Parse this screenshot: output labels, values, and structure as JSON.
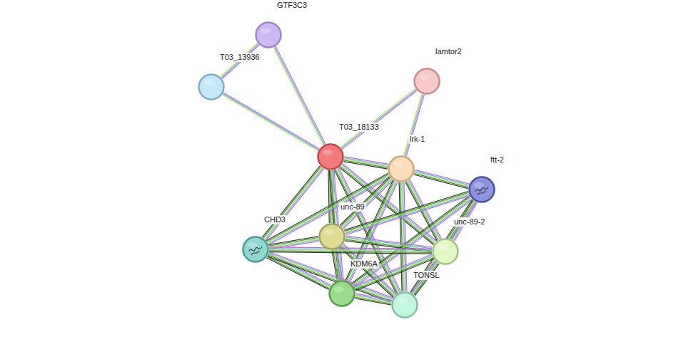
{
  "diagram": {
    "nodes": [
      {
        "text": [
          "GTF3C3"
        ]
      },
      {
        "text": [
          "lamtor2"
        ]
      },
      {
        "text": [
          "T03_13936"
        ]
      },
      {
        "text": [
          "T03_18133"
        ]
      },
      {
        "text": [
          "lrk-1"
        ]
      },
      {
        "text": [
          "ftt-2"
        ]
      },
      {
        "text": [
          "unc-89"
        ]
      },
      {
        "text": [
          "CHD3"
        ]
      },
      {
        "text": [
          "unc-89-2"
        ]
      },
      {
        "text": [
          "KDM6A"
        ]
      },
      {
        "text": [
          "TONSL"
        ]
      }
    ],
    "edges": [
      {
        "from": 0,
        "to": 2,
        "arrow": "none"
      },
      {
        "from": 0,
        "to": 3,
        "arrow": "none"
      },
      {
        "from": 2,
        "to": 3,
        "arrow": "none"
      },
      {
        "from": 1,
        "to": 3,
        "arrow": "none"
      },
      {
        "from": 1,
        "to": 4,
        "arrow": "none"
      },
      {
        "from": 3,
        "to": 4,
        "arrow": "none"
      },
      {
        "from": 3,
        "to": 7,
        "arrow": "none"
      },
      {
        "from": 3,
        "to": 6,
        "arrow": "none"
      },
      {
        "from": 3,
        "to": 9,
        "arrow": "none"
      },
      {
        "from": 3,
        "to": 10,
        "arrow": "none"
      },
      {
        "from": 3,
        "to": 8,
        "arrow": "none"
      },
      {
        "from": 4,
        "to": 5,
        "arrow": "none"
      },
      {
        "from": 4,
        "to": 7,
        "arrow": "none"
      },
      {
        "from": 4,
        "to": 6,
        "arrow": "none"
      },
      {
        "from": 4,
        "to": 9,
        "arrow": "none"
      },
      {
        "from": 4,
        "to": 10,
        "arrow": "none"
      },
      {
        "from": 4,
        "to": 8,
        "arrow": "none"
      },
      {
        "from": 5,
        "to": 8,
        "arrow": "none"
      },
      {
        "from": 5,
        "to": 10,
        "arrow": "none"
      },
      {
        "from": 5,
        "to": 9,
        "arrow": "none"
      },
      {
        "from": 5,
        "to": 6,
        "arrow": "none"
      },
      {
        "from": 6,
        "to": 7,
        "arrow": "none"
      },
      {
        "from": 6,
        "to": 9,
        "arrow": "none"
      },
      {
        "from": 6,
        "to": 10,
        "arrow": "none"
      },
      {
        "from": 6,
        "to": 8,
        "arrow": "none"
      },
      {
        "from": 7,
        "to": 9,
        "arrow": "none"
      },
      {
        "from": 7,
        "to": 10,
        "arrow": "none"
      },
      {
        "from": 7,
        "to": 8,
        "arrow": "none"
      },
      {
        "from": 9,
        "to": 10,
        "arrow": "none"
      },
      {
        "from": 9,
        "to": 8,
        "arrow": "none"
      },
      {
        "from": 10,
        "to": 8,
        "arrow": "none"
      }
    ]
  }
}
